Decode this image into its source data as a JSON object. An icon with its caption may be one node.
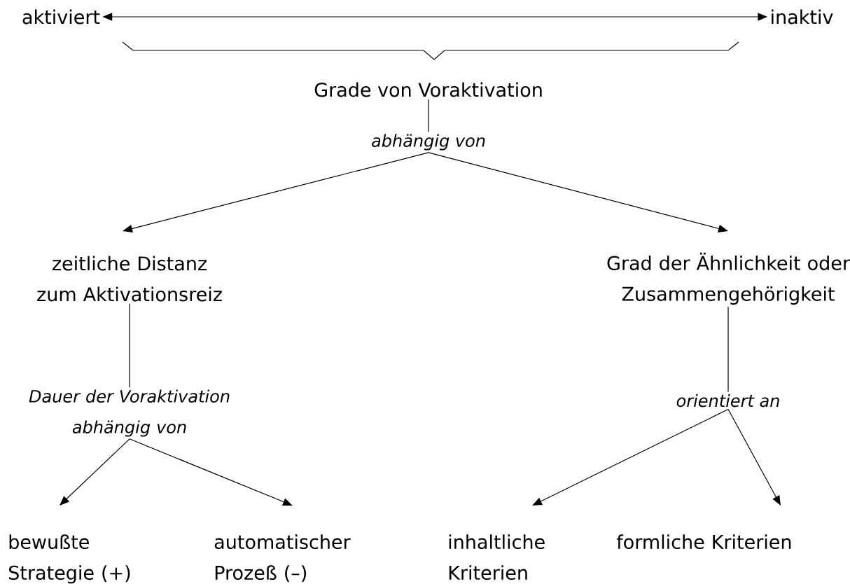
{
  "diagram": {
    "nodes": [
      {
        "text": [
          "aktiviert"
        ]
      },
      {
        "text": [
          "inaktiv"
        ]
      },
      {
        "text": [
          "Grade von Voraktivation"
        ]
      },
      {
        "text": [
          "abhängig von"
        ]
      },
      {
        "text": [
          "zeitliche Distanz zum Aktivationsreiz"
        ]
      },
      {
        "text": [
          "Grad der Ähnlichkeit oder Zusammengehörigkeit"
        ]
      },
      {
        "text": [
          "Dauer der Voraktivation abhängig von"
        ]
      },
      {
        "text": [
          "orientiert an"
        ]
      },
      {
        "text": [
          "bewußte Strategie (+)"
        ]
      },
      {
        "text": [
          "automatischer Prozeß (–)"
        ]
      },
      {
        "text": [
          "inhaltliche Kriterien"
        ]
      },
      {
        "text": [
          "formliche Kriterien"
        ]
      }
    ],
    "edges": [
      {
        "from": 0,
        "to": 1,
        "arrow": "both"
      },
      {
        "from": 2,
        "to": 3,
        "arrow": "none"
      },
      {
        "from": 3,
        "to": 4,
        "arrow": "to"
      },
      {
        "from": 3,
        "to": 5,
        "arrow": "to"
      },
      {
        "from": 4,
        "to": 6,
        "arrow": "none"
      },
      {
        "from": 5,
        "to": 7,
        "arrow": "none"
      },
      {
        "from": 6,
        "to": 8,
        "arrow": "to"
      },
      {
        "from": 6,
        "to": 9,
        "arrow": "to"
      },
      {
        "from": 7,
        "to": 10,
        "arrow": "to"
      },
      {
        "from": 7,
        "to": 11,
        "arrow": "to"
      }
    ]
  }
}
